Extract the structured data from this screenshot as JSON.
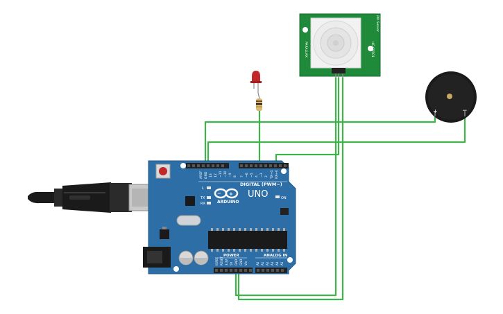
{
  "board": {
    "name": "UNO",
    "brand": "ARDUINO",
    "digital_label": "DIGITAL (PWM~)",
    "power_label": "POWER",
    "analog_label": "ANALOG IN",
    "on_label": "ON",
    "l_label": "L",
    "tx_label": "TX",
    "rx_label": "RX",
    "aref_label": "AREF",
    "gnd_label": "GND",
    "digital_pins": [
      "13",
      "12",
      "~11",
      "~10",
      "~9",
      "8",
      "7",
      "~6",
      "~5",
      "4",
      "~3",
      "2",
      "TX→1",
      "RX←0"
    ],
    "power_pins": [
      "IOREF",
      "RESET",
      "3.3V",
      "5V",
      "GND",
      "GND",
      "Vin"
    ],
    "analog_pins": [
      "A0",
      "A1",
      "A2",
      "A3",
      "A4",
      "A5"
    ]
  },
  "pir_sensor": {
    "model_label": "HC-SR501",
    "text_side_left": "PARALLAX",
    "text_side_right": "PIR Sensor"
  },
  "buzzer": {
    "plus_label": "+",
    "minus_label": "−"
  },
  "colors": {
    "board": "#2e6ea6",
    "board_dark": "#1f5a8c",
    "wire": "#3fb34a",
    "pcb": "#1e8a3a",
    "header": "#222222",
    "led": "#c0282a"
  }
}
